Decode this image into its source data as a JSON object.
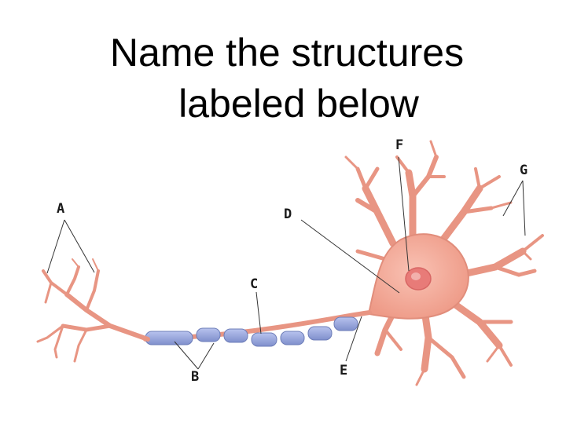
{
  "slide": {
    "title_line1": "Name the structures",
    "title_line2": "labeled below"
  },
  "labels": {
    "A": "A",
    "B": "B",
    "C": "C",
    "D": "D",
    "E": "E",
    "F": "F",
    "G": "G"
  },
  "colors": {
    "cell_body": "#f2a18f",
    "nucleus": "#e46f6d",
    "myelin": "#8f9fd6",
    "leader_line": "#333333"
  }
}
